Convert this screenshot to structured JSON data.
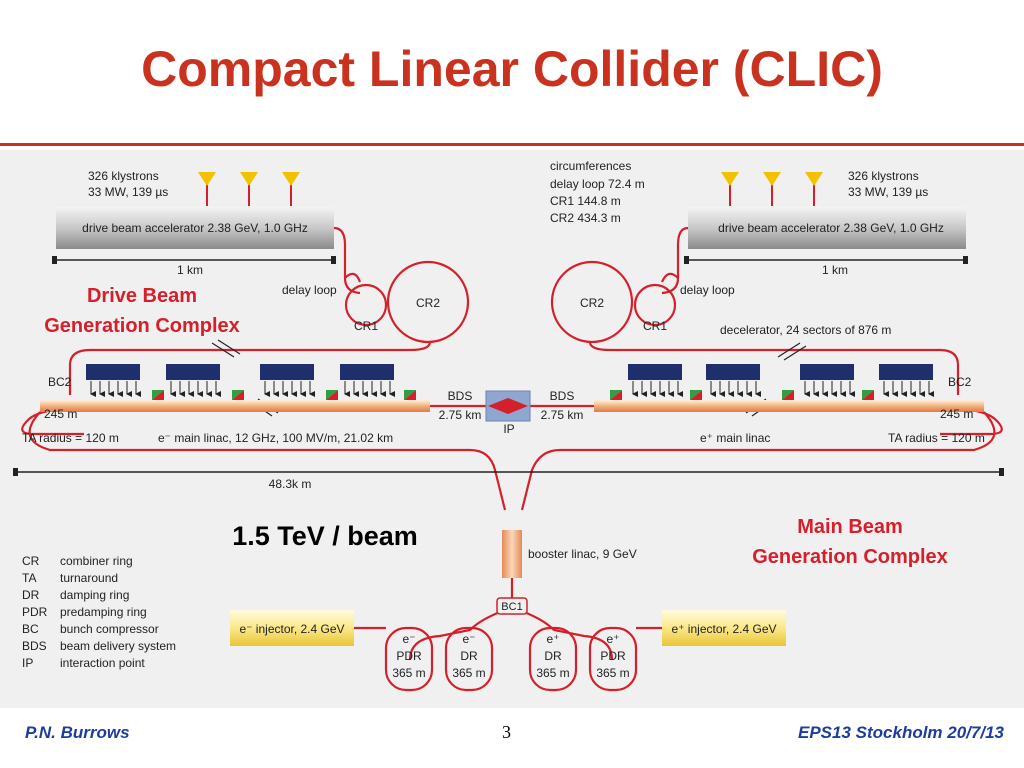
{
  "title": "Compact Linear Collider (CLIC)",
  "colors": {
    "title": "#c8321e",
    "beamline": "#d4202a",
    "footer": "#1e3c9b",
    "module": "#1f2f6b",
    "klystron": "#f2c200"
  },
  "footer": {
    "author": "P.N. Burrows",
    "page": "3",
    "event": "EPS13 Stockholm  20/7/13"
  },
  "drive_beam": {
    "left": {
      "klystrons_line1": "326 klystrons",
      "klystrons_line2": "33 MW, 139 µs",
      "accelerator": "drive beam accelerator 2.38 GeV, 1.0 GHz",
      "scale": "1 km",
      "delay_loop": "delay loop",
      "cr1": "CR1",
      "cr2": "CR2",
      "complex_line1": "Drive Beam",
      "complex_line2": "Generation Complex"
    },
    "right": {
      "klystrons_line1": "326 klystrons",
      "klystrons_line2": "33 MW, 139 µs",
      "accelerator": "drive beam accelerator 2.38 GeV, 1.0 GHz",
      "scale": "1 km",
      "delay_loop": "delay loop",
      "cr1": "CR1",
      "cr2": "CR2"
    },
    "circumferences": [
      "circumferences",
      "delay loop 72.4 m",
      "CR1 144.8 m",
      "CR2 434.3 m"
    ],
    "decelerator": "decelerator, 24 sectors of 876 m"
  },
  "main_linac": {
    "bc2_left": "BC2",
    "bc2_right": "BC2",
    "ta_left": "245 m",
    "ta_right": "245 m",
    "ta_radius_left": "TA radius = 120 m",
    "ta_radius_right": "TA radius = 120 m",
    "electron_linac": "e⁻ main linac, 12 GHz, 100 MV/m, 21.02 km",
    "positron_linac": "e⁺ main linac",
    "bds_left_1": "BDS",
    "bds_left_2": "2.75 km",
    "bds_right_1": "BDS",
    "bds_right_2": "2.75 km",
    "ip": "IP",
    "total_length": "48.3k m"
  },
  "main_beam": {
    "energy": "1.5 TeV / beam",
    "complex_line1": "Main Beam",
    "complex_line2": "Generation Complex",
    "booster": "booster linac, 9 GeV",
    "bc1": "BC1",
    "injector_e": "e⁻ injector, 2.4 GeV",
    "injector_p": "e⁺ injector, 2.4 GeV",
    "rings": [
      {
        "particle": "e⁻",
        "type": "PDR",
        "length": "365 m"
      },
      {
        "particle": "e⁻",
        "type": "DR",
        "length": "365 m"
      },
      {
        "particle": "e⁺",
        "type": "DR",
        "length": "365 m"
      },
      {
        "particle": "e⁺",
        "type": "PDR",
        "length": "365 m"
      }
    ]
  },
  "legend": [
    {
      "abbr": "CR",
      "desc": "combiner ring"
    },
    {
      "abbr": "TA",
      "desc": "turnaround"
    },
    {
      "abbr": "DR",
      "desc": "damping ring"
    },
    {
      "abbr": "PDR",
      "desc": "predamping ring"
    },
    {
      "abbr": "BC",
      "desc": "bunch compressor"
    },
    {
      "abbr": "BDS",
      "desc": "beam delivery system"
    },
    {
      "abbr": "IP",
      "desc": "interaction point"
    }
  ]
}
